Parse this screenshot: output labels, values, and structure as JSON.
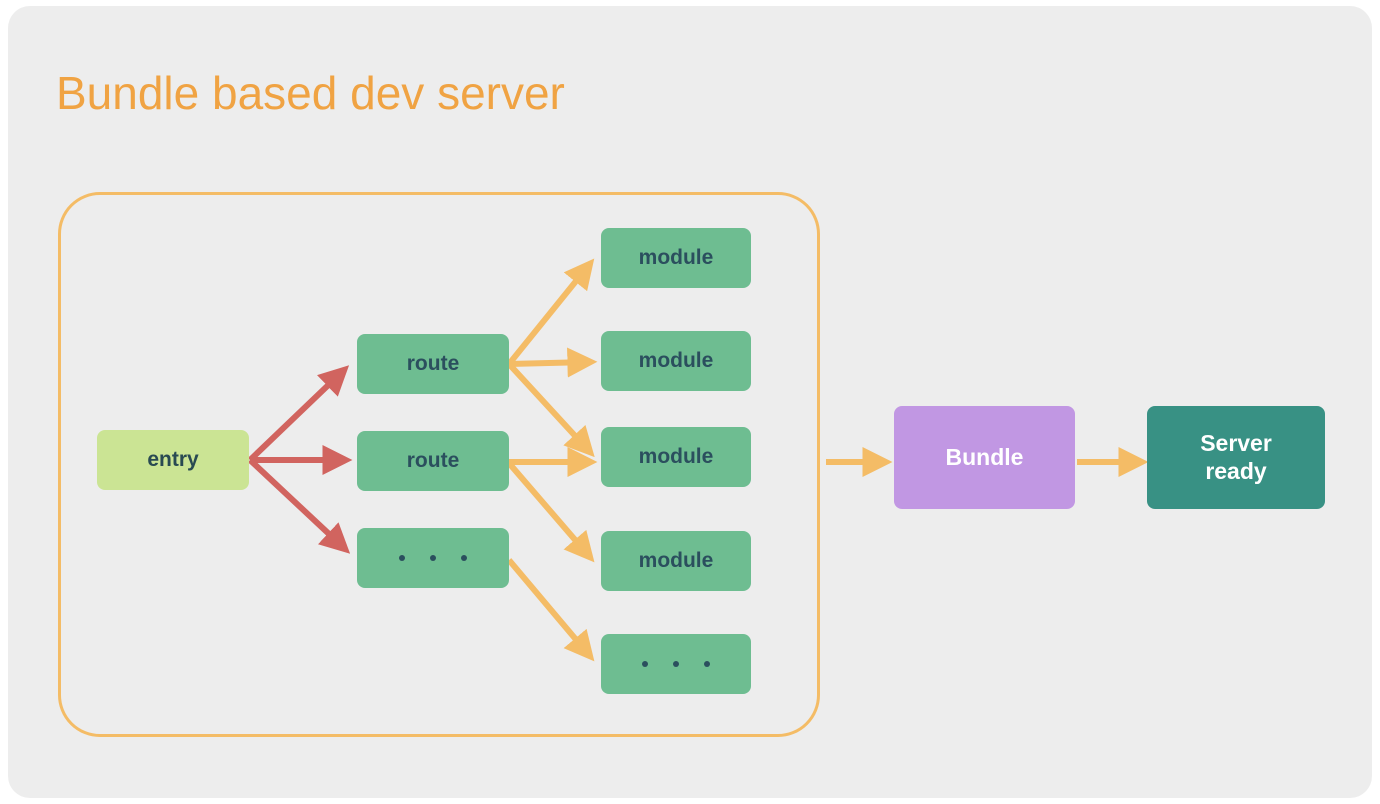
{
  "page": {
    "background": "#ffffff",
    "card_background": "#ededed"
  },
  "diagram": {
    "title": "Bundle based dev server",
    "title_color": "#f0a343",
    "group_border_color": "#f4bc66",
    "colors": {
      "entry_fill": "#cbe494",
      "node_fill": "#6ebd91",
      "bundle_fill": "#c197e3",
      "server_fill": "#389184",
      "entry_arrow": "#d1645f",
      "module_arrow": "#f4bc66",
      "dark_text": "#2b4f5e",
      "light_text": "#ffffff"
    },
    "nodes": {
      "entry": {
        "label": "entry"
      },
      "route_1": {
        "label": "route"
      },
      "route_2": {
        "label": "route"
      },
      "route_more": {
        "label": "..."
      },
      "module_1": {
        "label": "module"
      },
      "module_2": {
        "label": "module"
      },
      "module_3": {
        "label": "module"
      },
      "module_4": {
        "label": "module"
      },
      "module_more": {
        "label": "..."
      },
      "bundle": {
        "label": "Bundle"
      },
      "server": {
        "label": "Server\nready"
      }
    },
    "edges": [
      {
        "from": "entry",
        "to": "route_1",
        "color": "#d1645f"
      },
      {
        "from": "entry",
        "to": "route_2",
        "color": "#d1645f"
      },
      {
        "from": "entry",
        "to": "route_more",
        "color": "#d1645f"
      },
      {
        "from": "route_1",
        "to": "module_1",
        "color": "#f4bc66"
      },
      {
        "from": "route_1",
        "to": "module_2",
        "color": "#f4bc66"
      },
      {
        "from": "route_1",
        "to": "module_3",
        "color": "#f4bc66"
      },
      {
        "from": "route_2",
        "to": "module_3",
        "color": "#f4bc66"
      },
      {
        "from": "route_2",
        "to": "module_4",
        "color": "#f4bc66"
      },
      {
        "from": "route_more",
        "to": "module_more",
        "color": "#f4bc66"
      },
      {
        "from": "group",
        "to": "bundle",
        "color": "#f4bc66"
      },
      {
        "from": "bundle",
        "to": "server",
        "color": "#f4bc66"
      }
    ]
  }
}
